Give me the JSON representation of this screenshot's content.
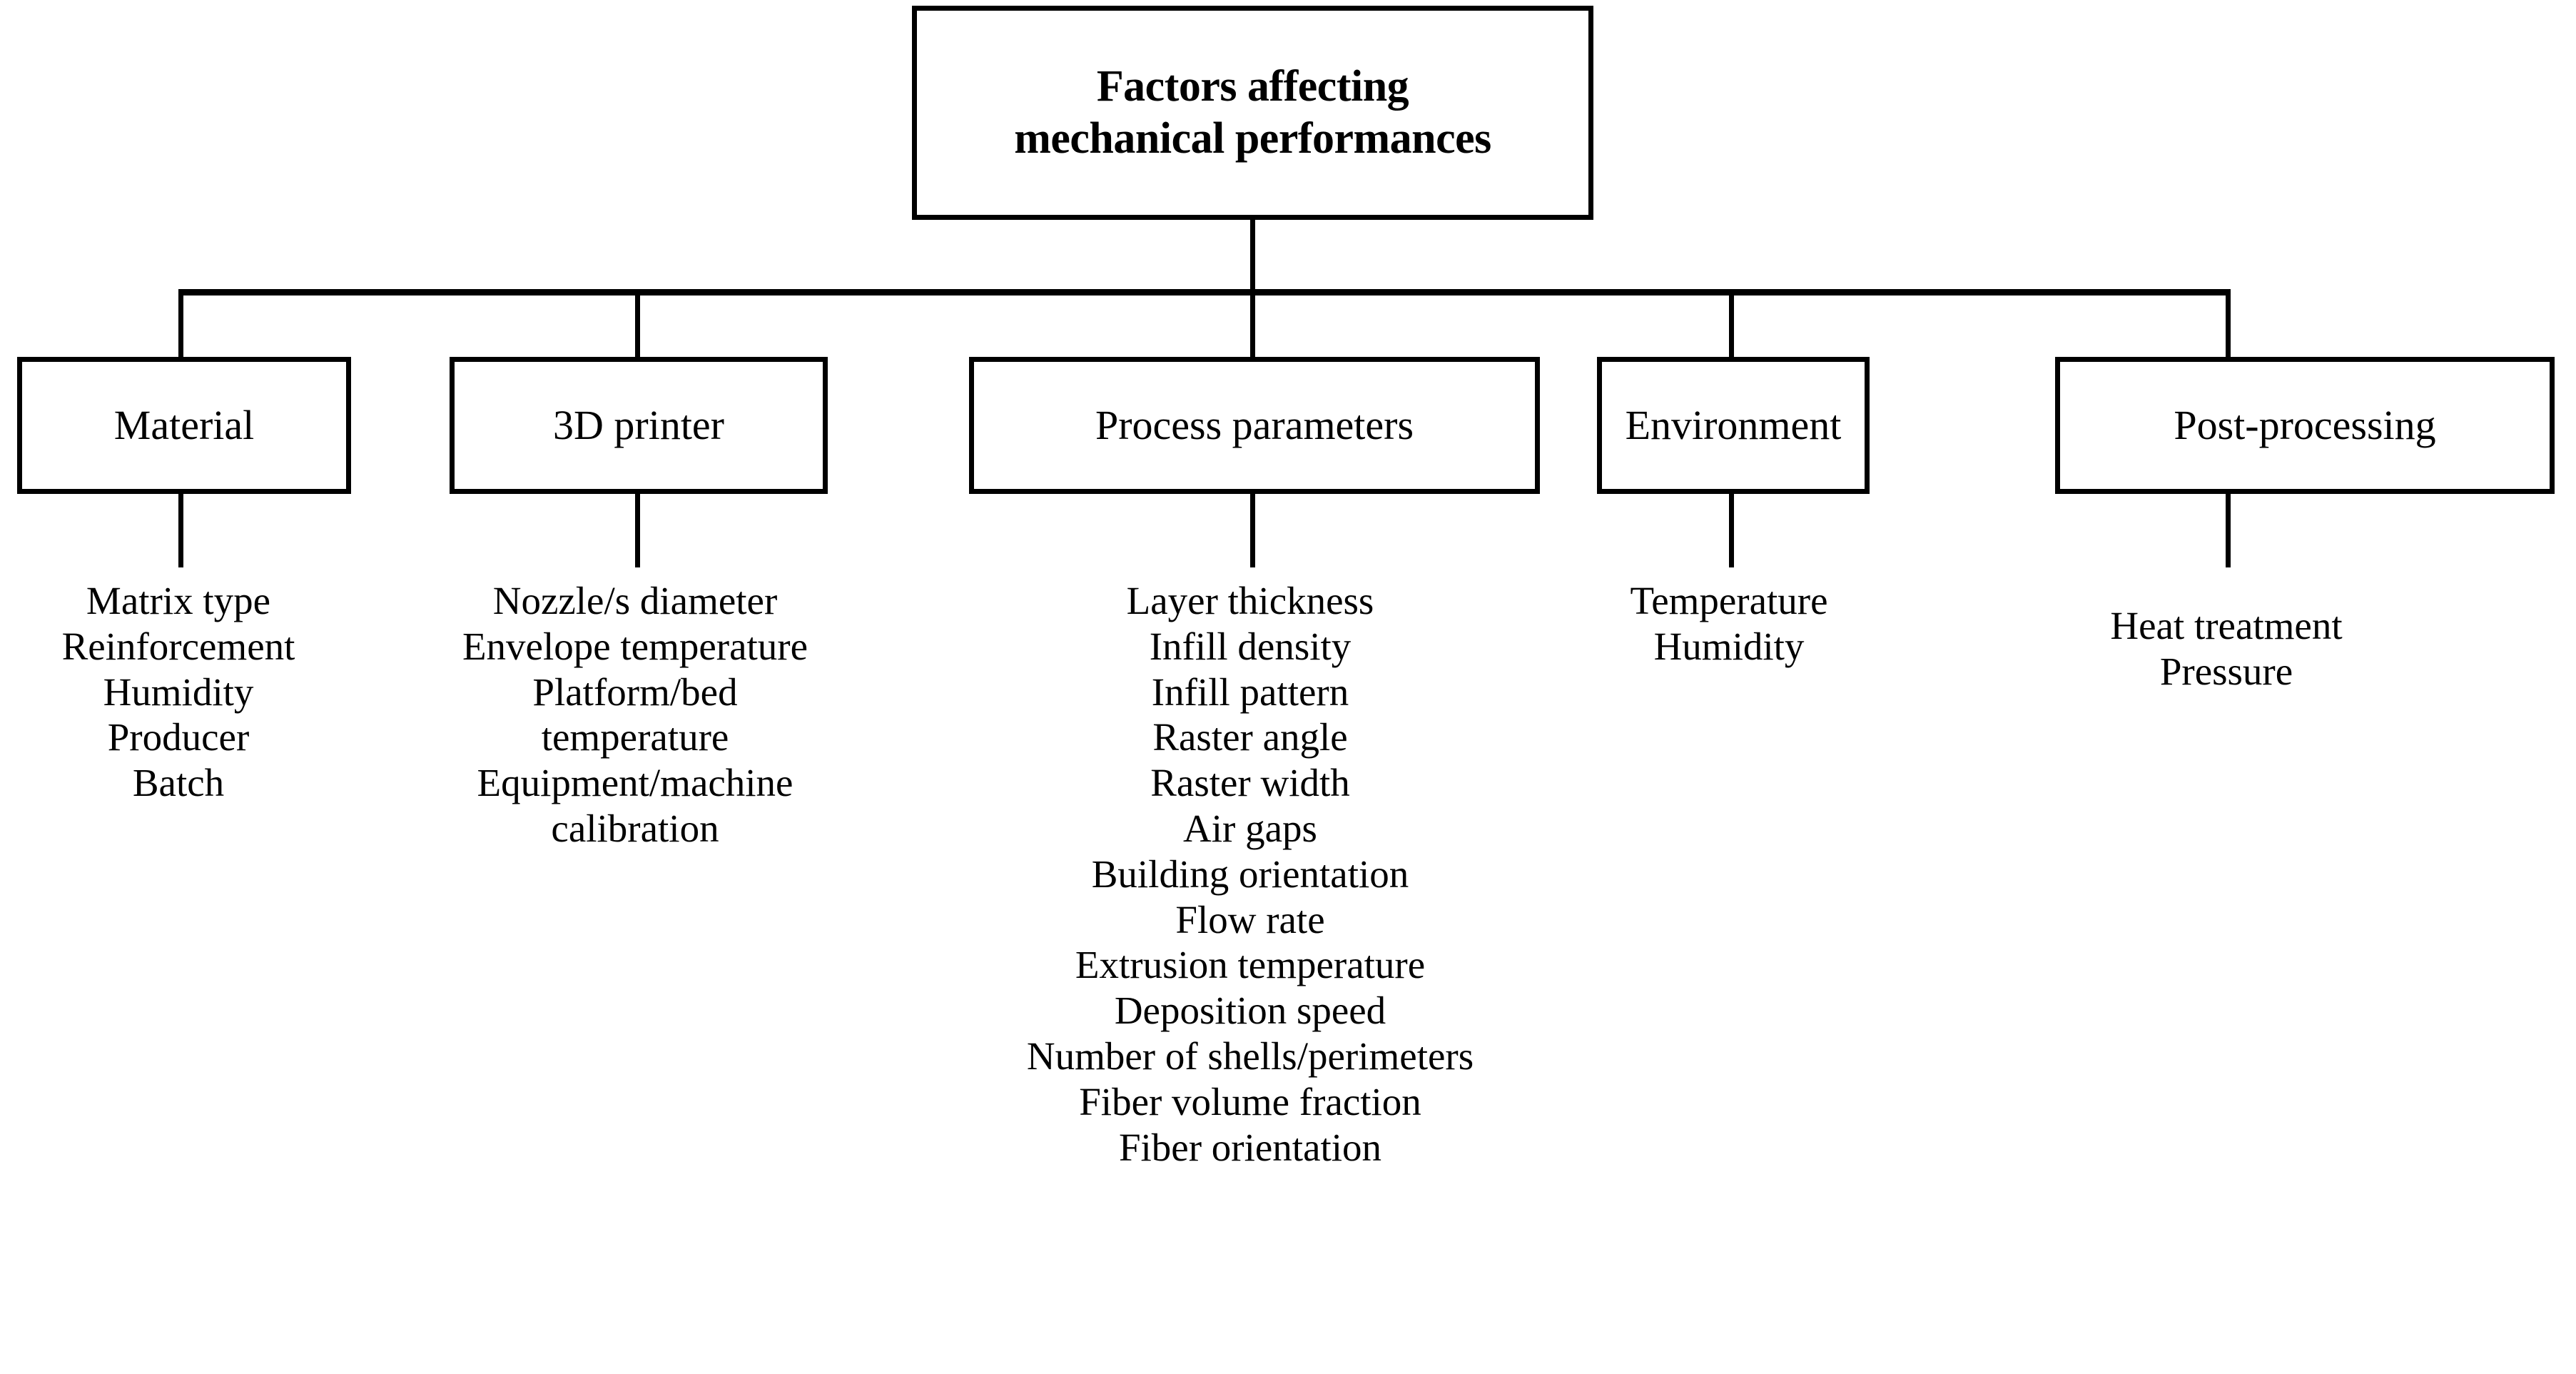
{
  "diagram": {
    "title": "Factors affecting mechanical performances",
    "root": {
      "label": "Factors affecting\nmechanical performances"
    },
    "categories": [
      {
        "id": "material",
        "label": "Material",
        "items": [
          "Matrix type",
          "Reinforcement",
          "Humidity",
          "Producer",
          "Batch"
        ]
      },
      {
        "id": "3d-printer",
        "label": "3D printer",
        "items": [
          "Nozzle/s diameter",
          "Envelope temperature",
          "Platform/bed\ntemperature",
          "Equipment/machine\ncalibration"
        ]
      },
      {
        "id": "process-parameters",
        "label": "Process parameters",
        "items": [
          "Layer thickness",
          "Infill density",
          "Infill pattern",
          "Raster angle",
          "Raster width",
          "Air gaps",
          "Building orientation",
          "Flow rate",
          "Extrusion temperature",
          "Deposition speed",
          "Number of shells/perimeters",
          "Fiber volume fraction",
          "Fiber orientation"
        ]
      },
      {
        "id": "environment",
        "label": "Environment",
        "items": [
          "Temperature",
          "Humidity"
        ]
      },
      {
        "id": "post-processing",
        "label": "Post-processing",
        "items": [
          "Heat treatment",
          "Pressure"
        ]
      }
    ],
    "colors": {
      "background": "#ffffff",
      "stroke": "#000000",
      "text": "#000000"
    }
  }
}
